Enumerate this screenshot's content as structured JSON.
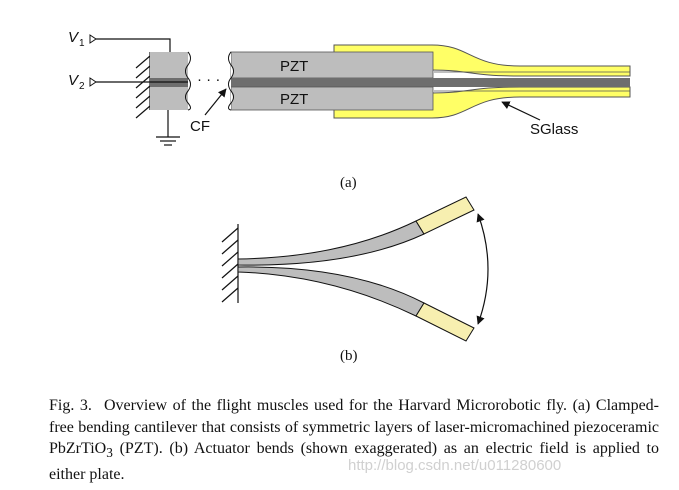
{
  "panel_a": {
    "v1_label": "V",
    "v1_sub": "1",
    "v2_label": "V",
    "v2_sub": "2",
    "pzt_top_label": "PZT",
    "pzt_bottom_label": "PZT",
    "cf_label": "CF",
    "sglass_label": "SGlass",
    "ellipsis": "· · ·",
    "caption": "(a)"
  },
  "panel_b": {
    "caption": "(b)"
  },
  "caption": {
    "lead": "Fig. 3.",
    "text_1": "Overview of the flight muscles used for the Harvard Microrobotic fly. (a) Clamped-free bending cantilever that consists of symmetric layers of laser-micromachined piezoceramic PbZrTiO",
    "formula_sub": "3",
    "text_2": " (PZT). (b) Actuator bends (shown exaggerated) as an electric field is applied to either plate."
  },
  "watermark": "http://blog.csdn.net/u011280600",
  "colors": {
    "pzt": "#bdbdbd",
    "cf": "#6e6e6e",
    "sglass": "#ffff66",
    "cap_beige": "#f7efb0",
    "line": "#111111"
  }
}
